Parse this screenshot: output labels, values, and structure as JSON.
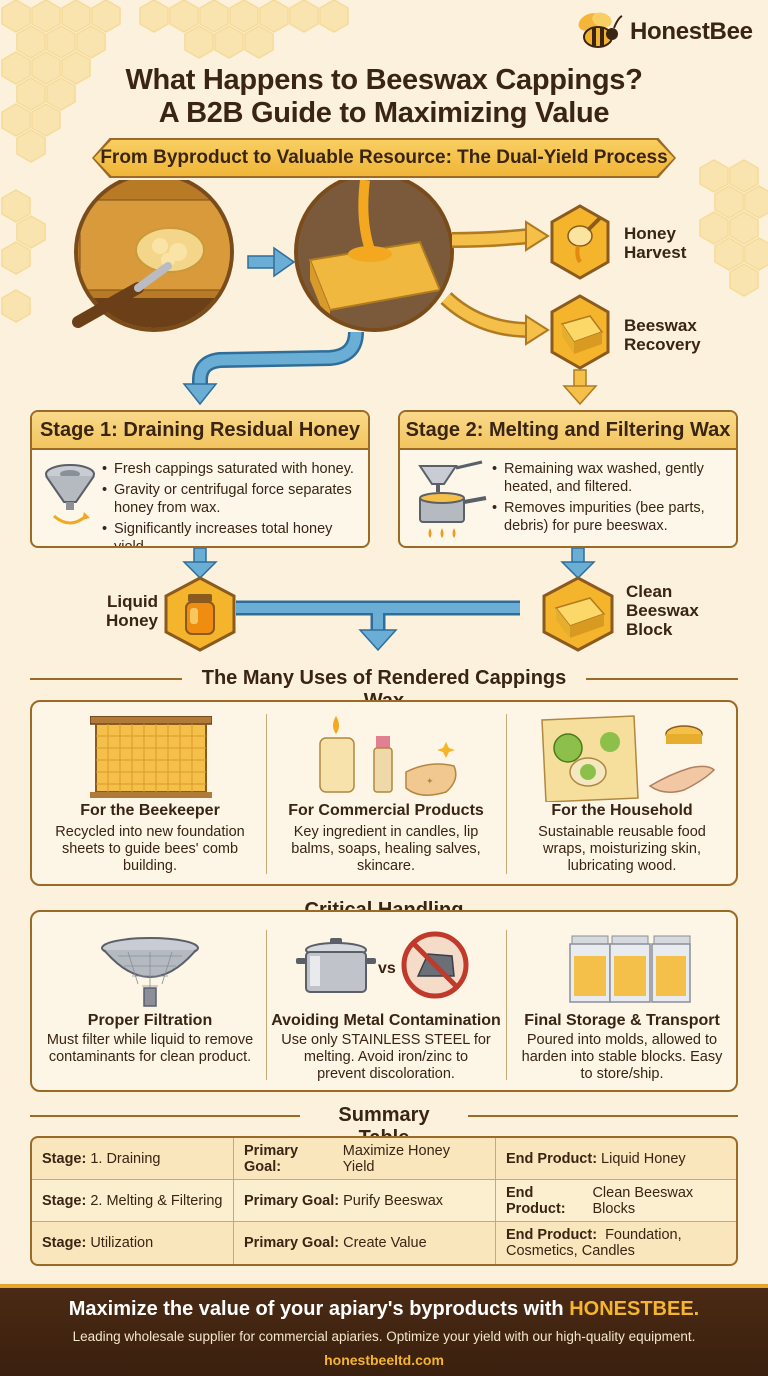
{
  "brand": {
    "name": "HonestBee"
  },
  "header": {
    "title_line1": "What Happens to Beeswax Cappings?",
    "title_line2": "A B2B Guide to Maximizing Value",
    "ribbon": "From Byproduct to Valuable Resource: The Dual-Yield Process"
  },
  "flow": {
    "honey_harvest": "Honey Harvest",
    "beeswax_recovery": "Beeswax Recovery",
    "liquid_honey": "Liquid Honey",
    "clean_block": "Clean Beeswax Block"
  },
  "stage1": {
    "title": "Stage 1: Draining Residual Honey",
    "bullets": [
      "Fresh cappings saturated with honey.",
      "Gravity or centrifugal force separates honey from wax.",
      "Significantly increases total honey yield."
    ]
  },
  "stage2": {
    "title": "Stage 2: Melting and Filtering Wax",
    "bullets": [
      "Remaining wax washed, gently heated, and filtered.",
      "Removes impurities (bee parts, debris) for pure beeswax."
    ]
  },
  "uses": {
    "heading": "The Many Uses of Rendered Cappings Wax",
    "cards": [
      {
        "title": "For the Beekeeper",
        "text": "Recycled into new foundation sheets to guide bees' comb building."
      },
      {
        "title": "For Commercial Products",
        "text": "Key ingredient in candles, lip balms, soaps, healing salves, skincare."
      },
      {
        "title": "For the Household",
        "text": "Sustainable reusable food wraps, moisturizing skin, lubricating wood."
      }
    ]
  },
  "handling": {
    "heading": "Critical Handling Considerations",
    "vs": "vs",
    "cards": [
      {
        "title": "Proper Filtration",
        "text": "Must filter while liquid to remove contaminants for clean product."
      },
      {
        "title": "Avoiding Metal Contamination",
        "text": "Use only STAINLESS STEEL for melting. Avoid iron/zinc to prevent discoloration."
      },
      {
        "title": "Final Storage & Transport",
        "text": "Poured into molds, allowed to harden into stable blocks. Easy to store/ship."
      }
    ]
  },
  "summary": {
    "heading": "Summary Table",
    "labels": {
      "stage": "Stage:",
      "goal": "Primary Goal:",
      "product": "End Product:"
    },
    "rows": [
      {
        "stage": "1. Draining",
        "goal": "Maximize Honey Yield",
        "product": "Liquid Honey"
      },
      {
        "stage": "2. Melting & Filtering",
        "goal": "Purify Beeswax",
        "product": "Clean Beeswax Blocks"
      },
      {
        "stage": "Utilization",
        "goal": "Create Value",
        "product": "Foundation, Cosmetics, Candles"
      }
    ]
  },
  "footer": {
    "line1_prefix": "Maximize the value of your apiary's byproducts with",
    "line1_brand": "HONESTBEE.",
    "line2": "Leading wholesale supplier for commercial apiaries. Optimize your yield with our high-quality equipment.",
    "url": "honestbeeltd.com"
  },
  "colors": {
    "honey": "#f2b22e",
    "brown": "#3a2413",
    "border": "#9a6a26",
    "arrow_blue": "#6aaed6"
  }
}
